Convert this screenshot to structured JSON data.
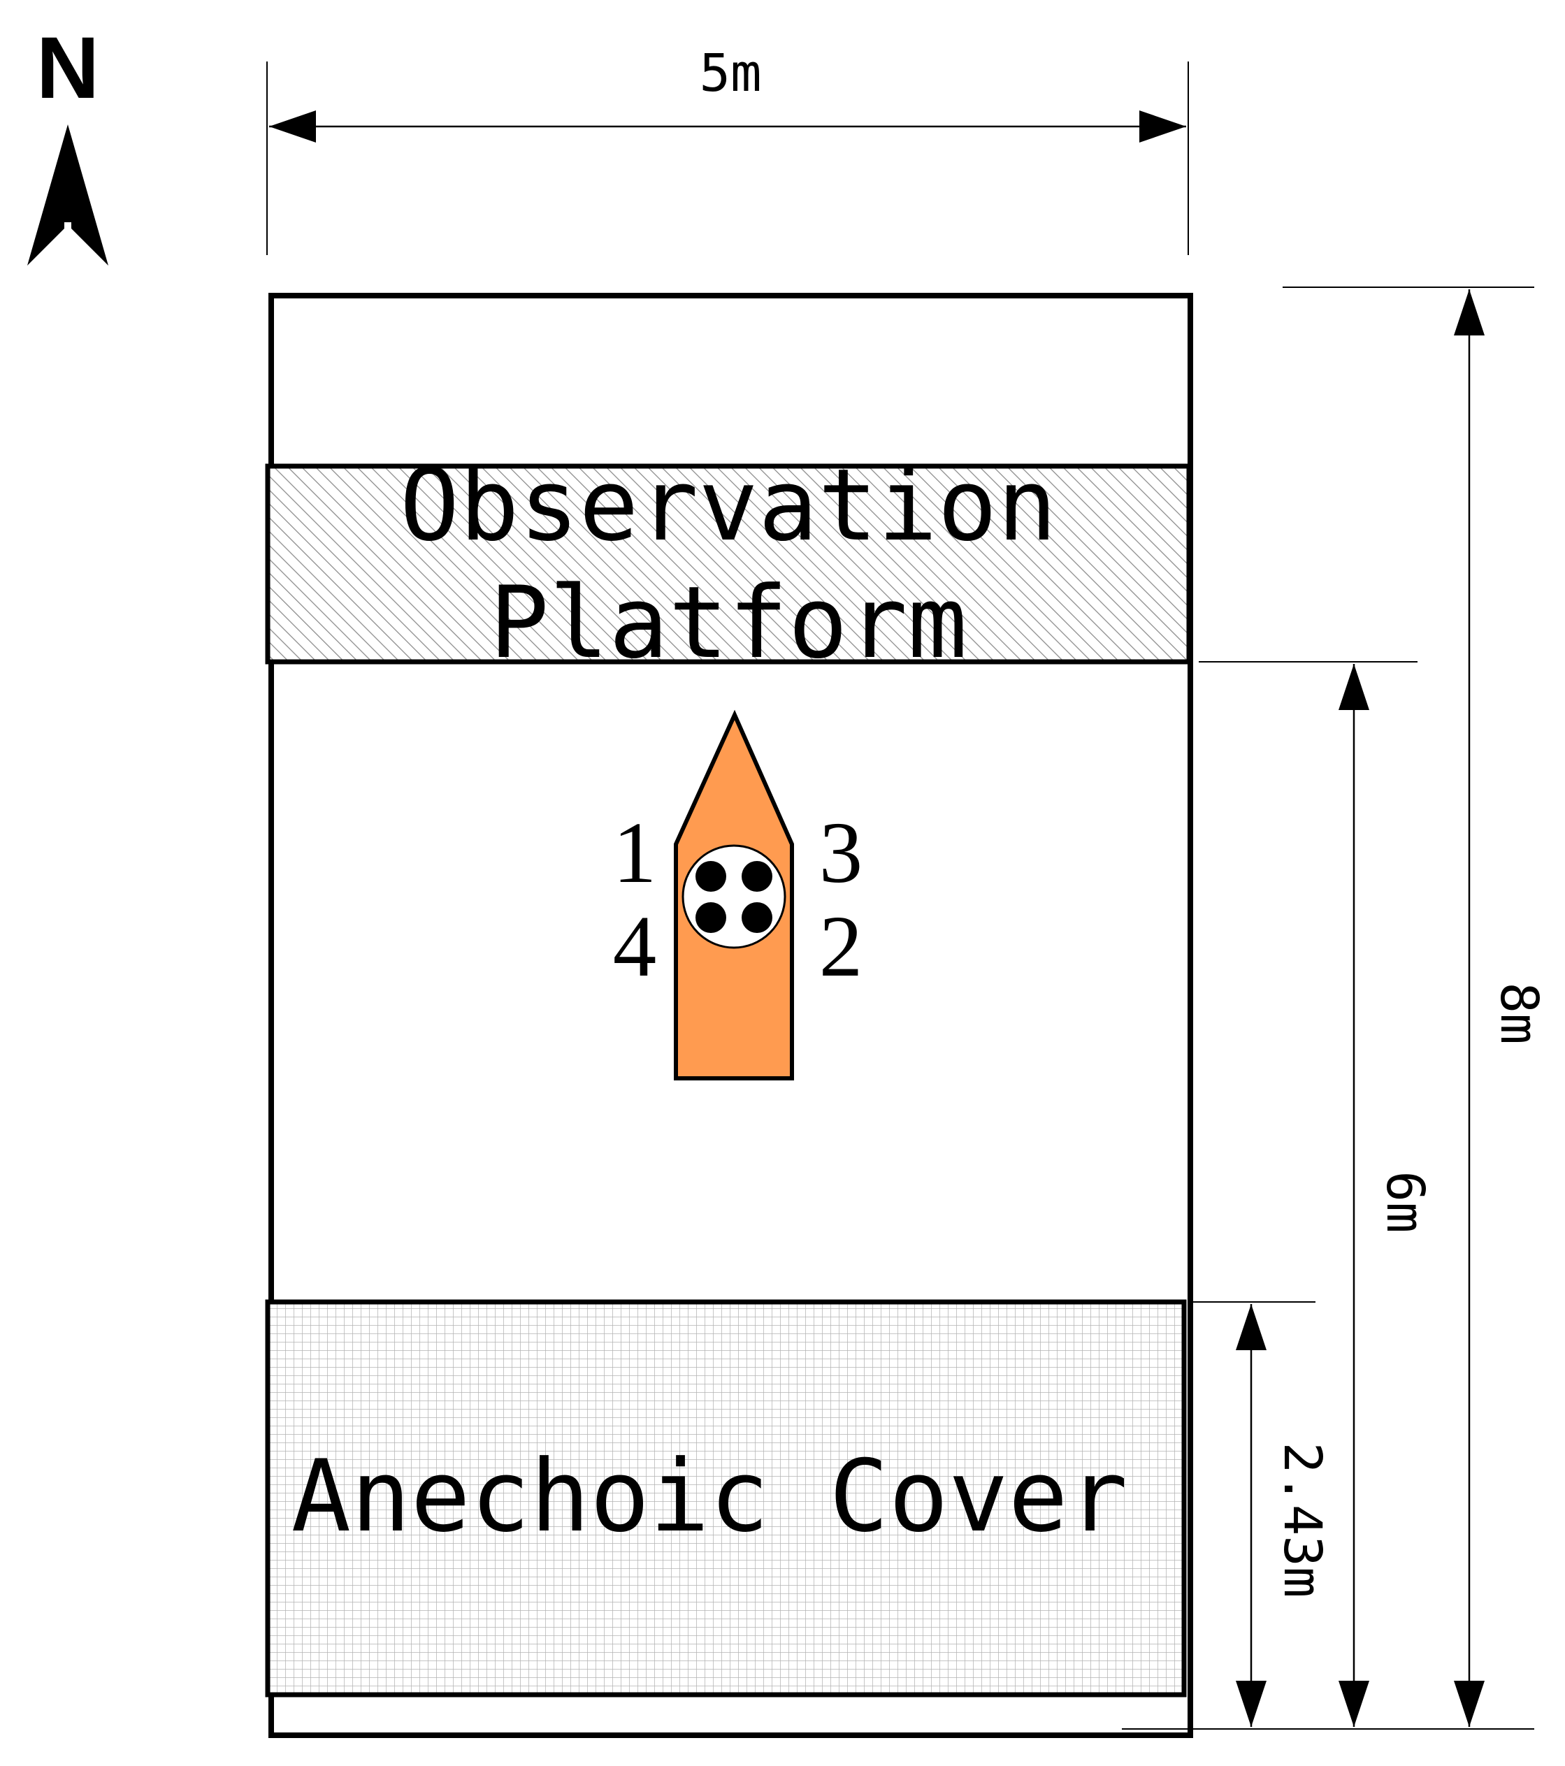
{
  "compass": {
    "label": "N",
    "icon": "north-arrow-icon"
  },
  "zones": {
    "observation_platform": {
      "line1": "Observation",
      "line2": "Platform"
    },
    "anechoic_cover": {
      "label": "Anechoic Cover"
    }
  },
  "model": {
    "fill_color": "#FF9B50",
    "hydrophone_labels": {
      "top_left": "1",
      "top_right": "3",
      "bottom_left": "4",
      "bottom_right": "2"
    }
  },
  "dimensions": {
    "width": "5m",
    "total_length": "8m",
    "platform_to_end": "6m",
    "cover_length": "2.43m"
  }
}
